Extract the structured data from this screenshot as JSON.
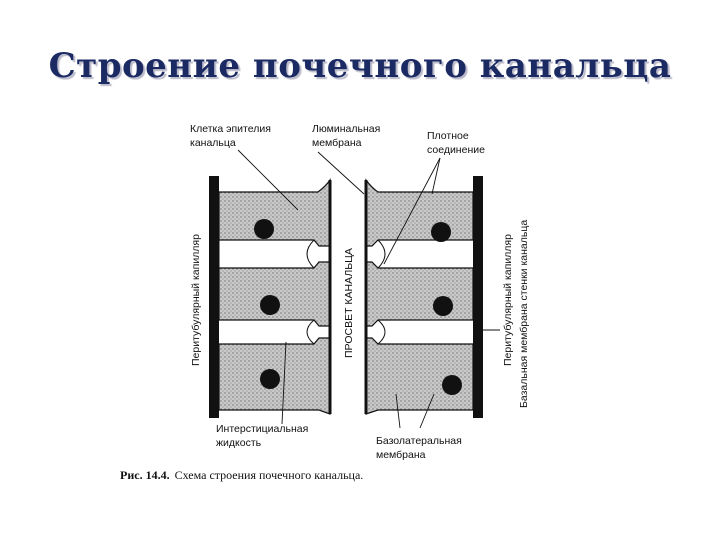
{
  "title": "Строение почечного канальца",
  "labels": {
    "epithelial_cell": [
      "Клетка эпителия",
      "канальца"
    ],
    "luminal_membrane": [
      "Люминальная",
      "мембрана"
    ],
    "tight_junction": [
      "Плотное",
      "соединение"
    ],
    "peritubular_capillary_left": "Перитубулярный капилляр",
    "lumen": "ПРОСВЕТ КАНАЛЬЦА",
    "peritubular_capillary_right": "Перитубулярный капилляр",
    "basal_membrane": "Базальная мембрана стенки канальца",
    "interstitial_fluid": [
      "Интерстициальная",
      "жидкость"
    ],
    "basolateral_membrane": [
      "Базолатеральная",
      "мембрана"
    ]
  },
  "caption": {
    "prefix": "Рис. 14.4.",
    "text": "Схема строения почечного канальца."
  }
}
